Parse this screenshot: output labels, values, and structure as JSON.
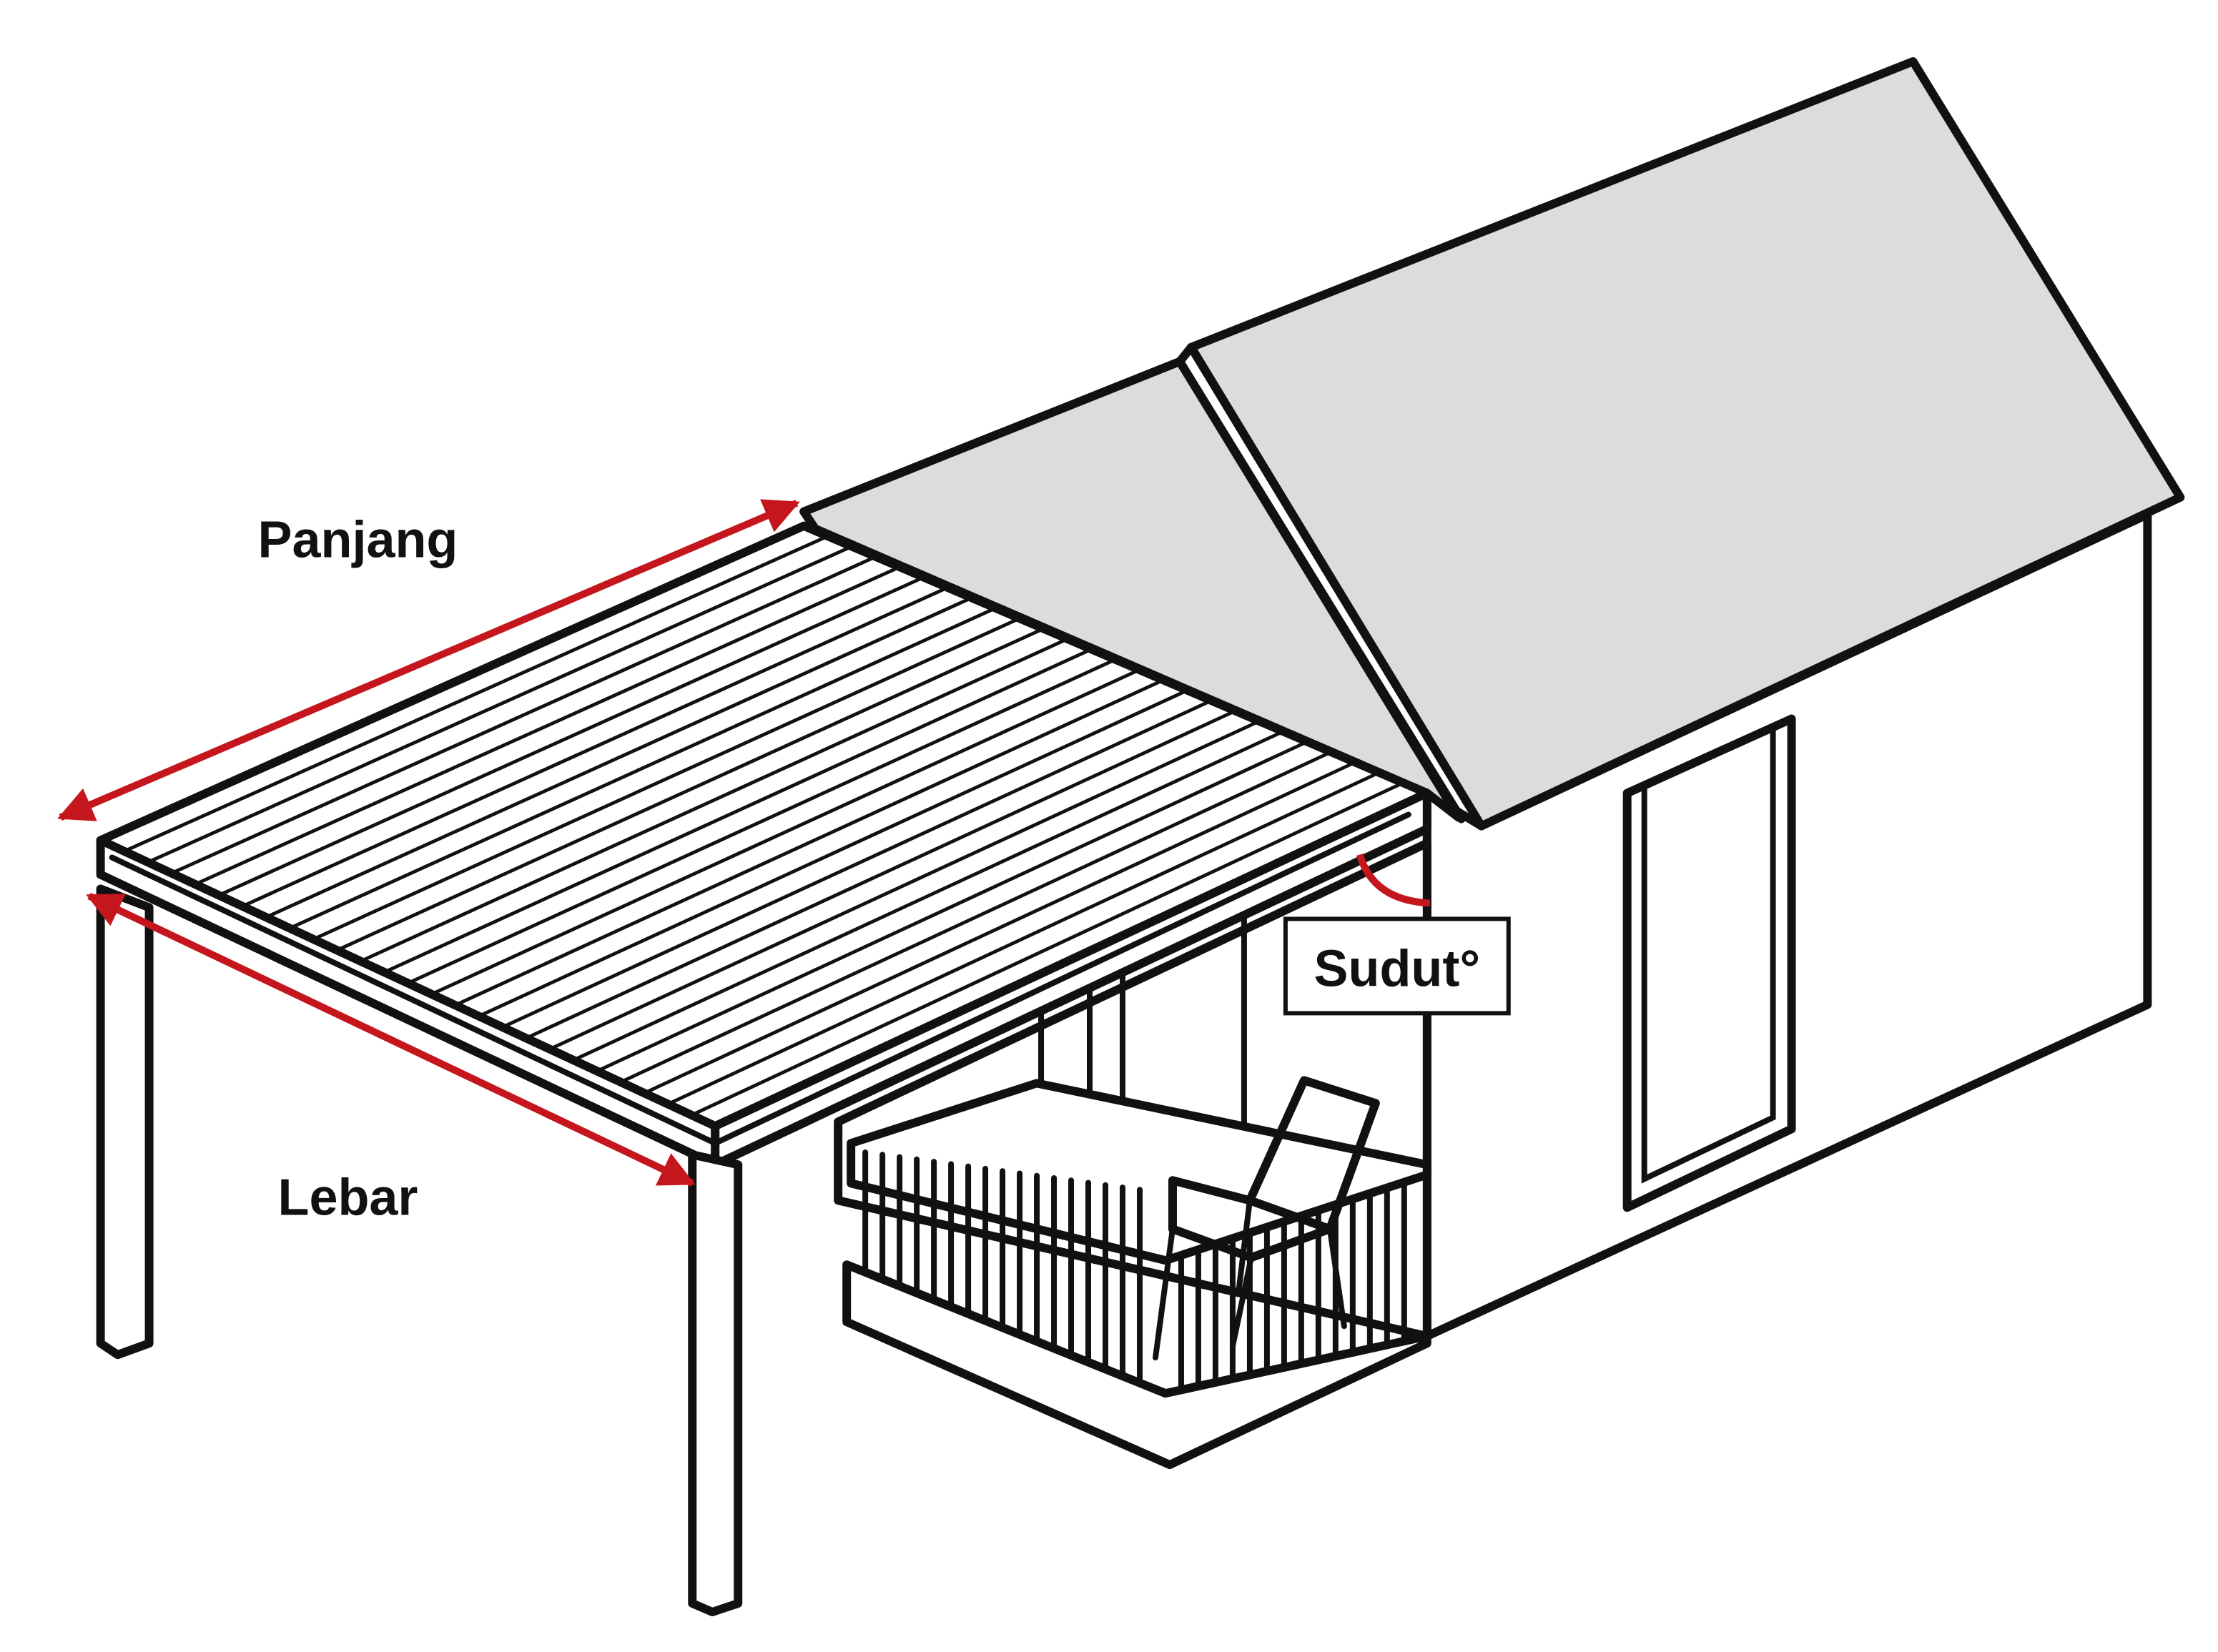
{
  "labels": {
    "length": "Panjang",
    "width": "Lebar",
    "angle": "Sudut°"
  },
  "colors": {
    "dimension_arrow": "#c4161c",
    "roof_fill": "#dcdcdc",
    "line": "#111111",
    "background": "#ffffff"
  }
}
